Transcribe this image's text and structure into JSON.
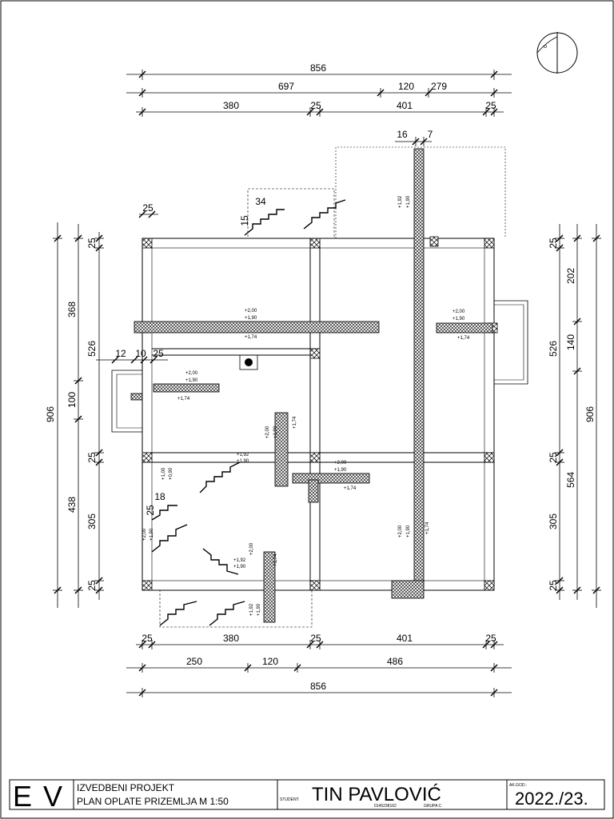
{
  "dimensions": {
    "top_total": "856",
    "top_row2": [
      "697",
      "120",
      "279"
    ],
    "top_row3": [
      "380",
      "25",
      "401",
      "25"
    ],
    "top_inner": [
      "16",
      "7"
    ],
    "left_total": "906",
    "left_outer": [
      "368",
      "100",
      "438"
    ],
    "left_inner": [
      "25",
      "526",
      "25",
      "305",
      "25"
    ],
    "left_misc": [
      "25",
      "12",
      "10",
      "25"
    ],
    "stair_top": [
      "34",
      "15"
    ],
    "stair_left": [
      "18",
      "25"
    ],
    "right_total": "906",
    "right_outer": [
      "526",
      "564"
    ],
    "right_inner": [
      "25",
      "202",
      "140",
      "25",
      "305",
      "25"
    ],
    "bottom_row1": [
      "25",
      "380",
      "25",
      "401",
      "25"
    ],
    "bottom_row2": [
      "250",
      "120",
      "486"
    ],
    "bottom_total": "856"
  },
  "levels": {
    "l200": "+2,00",
    "l190": "+1,90",
    "l174": "+1,74",
    "l192": "+1,92",
    "l100": "+1,00",
    "l090": "+0,90"
  },
  "title_block": {
    "logo_e": "E",
    "logo_v": "V",
    "project": "IZVEDBENI PROJEKT",
    "sheet": "PLAN OPLATE PRIZEMLJA  M 1:50",
    "student_label": "STUDENT:",
    "student_name": "TIN PAVLOVIĆ",
    "student_id": "0145238162",
    "group_label": "GRUPA C",
    "year_label": "AK.GOD.:",
    "year": "2022./23."
  },
  "icons": {
    "north": "north-arrow-icon"
  }
}
